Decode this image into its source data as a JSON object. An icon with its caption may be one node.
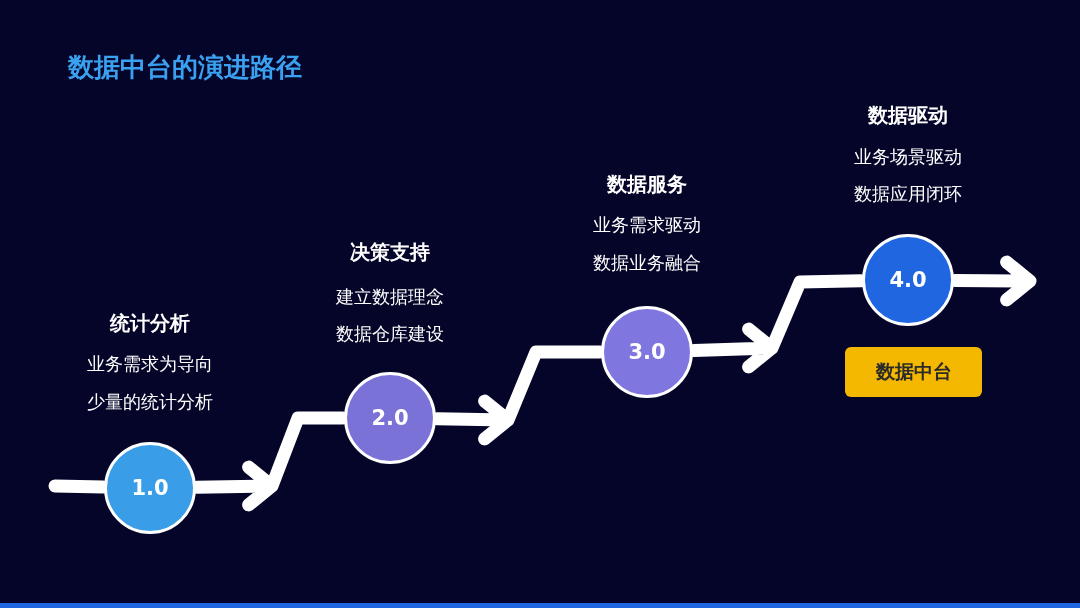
{
  "diagram": {
    "title": "数据中台的演进路径",
    "nodes": [
      {
        "text": [
          "1.0"
        ],
        "beside": [
          "统计分析",
          "业务需求为导向",
          "少量的统计分析"
        ]
      },
      {
        "text": [
          "2.0"
        ],
        "beside": [
          "决策支持",
          "建立数据理念",
          "数据仓库建设"
        ]
      },
      {
        "text": [
          "3.0"
        ],
        "beside": [
          "数据服务",
          "业务需求驱动",
          "数据业务融合"
        ]
      },
      {
        "text": [
          "4.0"
        ],
        "beside": [
          "数据驱动",
          "业务场景驱动",
          "数据应用闭环"
        ]
      },
      {
        "text": [
          "数据中台"
        ]
      }
    ],
    "edges": [
      {
        "from": null,
        "to": 0,
        "arrow": "none"
      },
      {
        "from": 0,
        "to": 1,
        "arrow": "to"
      },
      {
        "from": 1,
        "to": 2,
        "arrow": "to"
      },
      {
        "from": 2,
        "to": 3,
        "arrow": "to"
      },
      {
        "from": 3,
        "to": null,
        "arrow": "to"
      }
    ]
  }
}
